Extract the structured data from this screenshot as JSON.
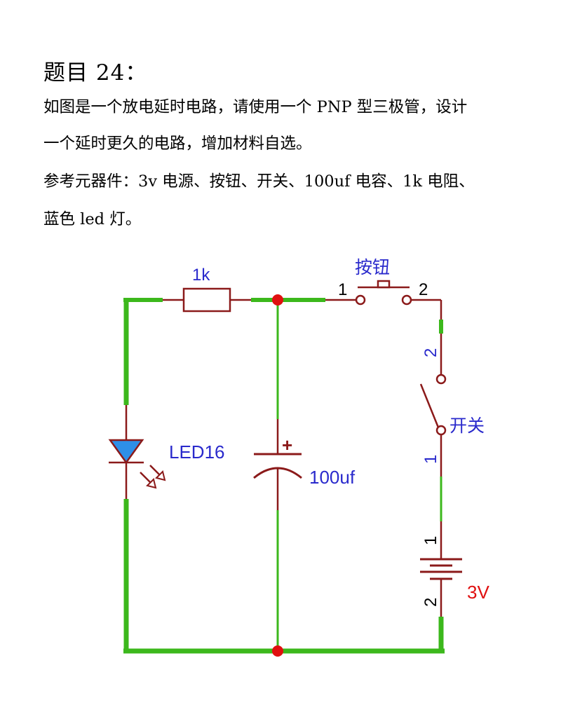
{
  "question": {
    "title": "题目 24：",
    "line1": "如图是一个放电延时电路，请使用一个 PNP 型三极管，设计",
    "line2": "一个延时更久的电路，增加材料自选。",
    "line3": "参考元器件：3v 电源、按钮、开关、100uf 电容、1k 电阻、",
    "line4": "蓝色 led 灯。"
  },
  "diagram": {
    "resistor_label": "1k",
    "button_label": "按钮",
    "button_pin1": "1",
    "button_pin2": "2",
    "switch_label": "开关",
    "switch_pin2": "2",
    "switch_pin1": "1",
    "led_label": "LED16",
    "cap_plus": "+",
    "cap_label": "100uf",
    "battery_pin1": "1",
    "battery_pin2": "2",
    "battery_label": "3V",
    "colors": {
      "wire": "#3cb81c",
      "component": "#8b1a1a",
      "junction": "#e01010",
      "label": "#2a2acc",
      "battery_label": "#e01010",
      "led_fill": "#2e8fe8"
    }
  }
}
